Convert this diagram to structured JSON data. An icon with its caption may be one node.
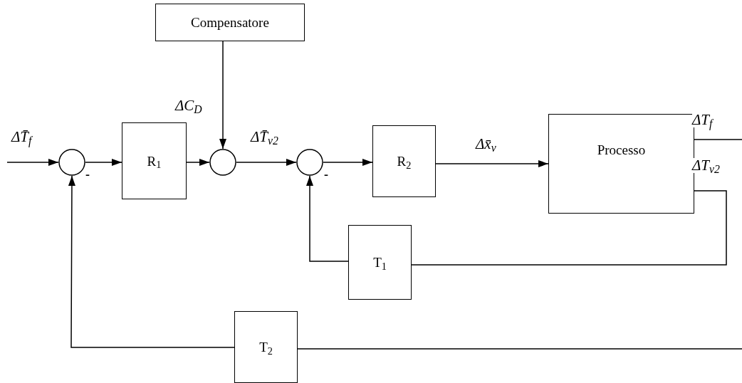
{
  "diagram": {
    "nodes": [
      {
        "text": [
          "Compensatore"
        ]
      },
      {
        "text": [],
        "shape": "circle"
      },
      {
        "text": [
          "R$_{1}$"
        ]
      },
      {
        "text": [],
        "shape": "circle"
      },
      {
        "text": [],
        "shape": "circle"
      },
      {
        "text": [
          "R$_{2}$"
        ]
      },
      {
        "text": [
          "Processo"
        ]
      },
      {
        "text": [
          "T$_{1}$"
        ]
      },
      {
        "text": [
          "T$_{2}$"
        ]
      }
    ],
    "edges": [
      {
        "from": null,
        "to": 1,
        "arrow": "to",
        "label": "ΔT̄$_{f}$"
      },
      {
        "from": 1,
        "to": 2,
        "arrow": "to"
      },
      {
        "from": 2,
        "to": 3,
        "arrow": "to"
      },
      {
        "from": 0,
        "to": 3,
        "arrow": "to",
        "label": "ΔC$_{D}$"
      },
      {
        "from": 3,
        "to": 4,
        "arrow": "to",
        "label": "ΔT̄$_{v2}$"
      },
      {
        "from": 4,
        "to": 5,
        "arrow": "to"
      },
      {
        "from": 5,
        "to": 6,
        "arrow": "to",
        "label": "Δx̄$_{v}$"
      },
      {
        "from": 6,
        "to": null,
        "arrow": "none",
        "label": "ΔT$_{f}$"
      },
      {
        "from": 6,
        "to": 7,
        "arrow": "none",
        "label": "ΔT$_{v2}$"
      },
      {
        "from": 7,
        "to": 4,
        "arrow": "to"
      },
      {
        "from": null,
        "to": 8,
        "arrow": "none"
      },
      {
        "from": 8,
        "to": 1,
        "arrow": "to"
      }
    ],
    "labels": [
      "-",
      "-"
    ]
  }
}
